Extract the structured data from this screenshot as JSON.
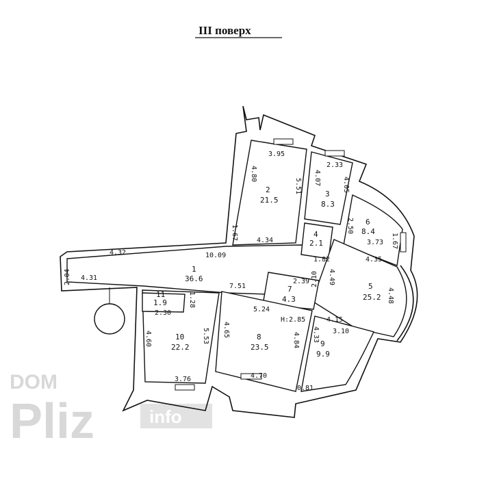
{
  "title": "III поверх",
  "rooms": [
    {
      "number": "1",
      "area": "36.6"
    },
    {
      "number": "2",
      "area": "21.5"
    },
    {
      "number": "3",
      "area": "8.3"
    },
    {
      "number": "4",
      "area": "2.1"
    },
    {
      "number": "5",
      "area": "25.2"
    },
    {
      "number": "6",
      "area": "8.4"
    },
    {
      "number": "7",
      "area": "4.3"
    },
    {
      "number": "8",
      "area": "23.5"
    },
    {
      "number": "9",
      "area": "9.9"
    },
    {
      "number": "10",
      "area": "22.2"
    },
    {
      "number": "11",
      "area": "1.9"
    }
  ],
  "dimensions": [
    "3.95",
    "2.33",
    "4.80",
    "5.51",
    "4.07",
    "4.05",
    "2.50",
    "1.67",
    "4.34",
    "3.73",
    "1.67",
    "4.32",
    "10.09",
    "1.82",
    "4.35",
    "2.04",
    "2.10",
    "4.49",
    "4.31",
    "7.51",
    "2.39",
    "4.48",
    "1.28",
    "2.30",
    "5.24",
    "H:2.85",
    "4.15",
    "4.33",
    "3.10",
    "4.60",
    "5.53",
    "4.65",
    "4.84",
    "3.76",
    "4.70",
    "0.81"
  ],
  "watermark": {
    "line1": "DOM",
    "line2": "Pliz",
    "line3": "info"
  }
}
